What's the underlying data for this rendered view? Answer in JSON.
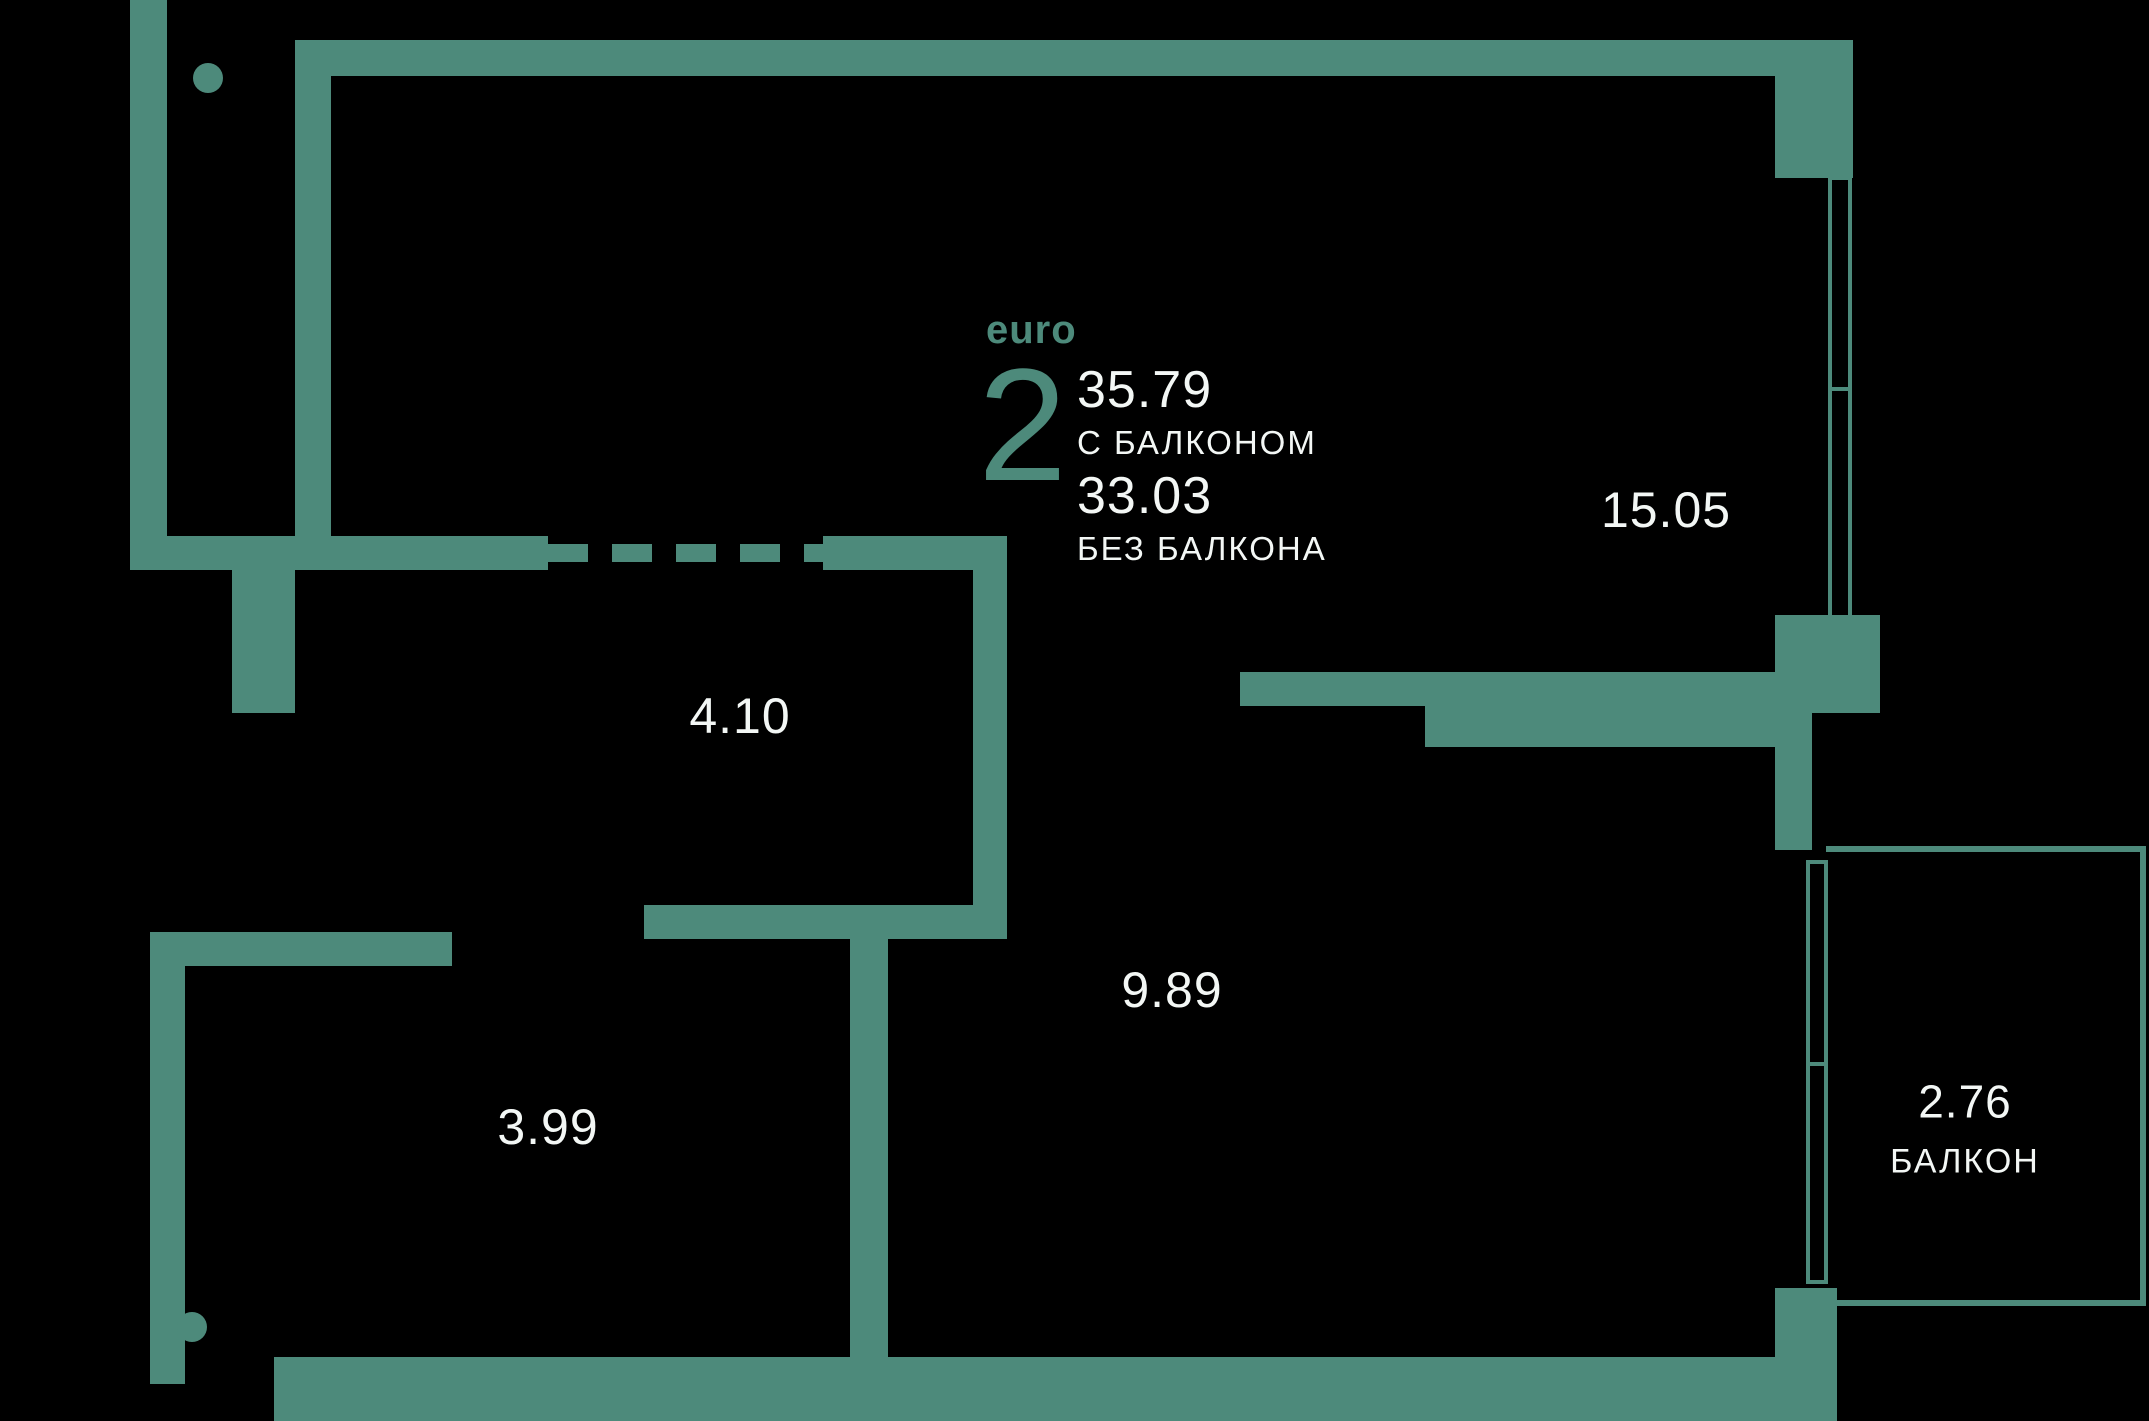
{
  "colors": {
    "wall": "#4d8a7b",
    "text": "#f3f7f5",
    "background": "#000000"
  },
  "title_block": {
    "type_label": "euro",
    "room_count": "2",
    "area_with_balcony": "35.79",
    "with_balcony_caption": "С БАЛКОНОМ",
    "area_without_balcony": "33.03",
    "without_balcony_caption": "БЕЗ БАЛКОНА"
  },
  "room_areas": {
    "living_room": "15.05",
    "hallway": "4.10",
    "kitchen": "9.89",
    "bathroom": "3.99",
    "balcony": "2.76",
    "balcony_caption": "БАЛКОН"
  }
}
